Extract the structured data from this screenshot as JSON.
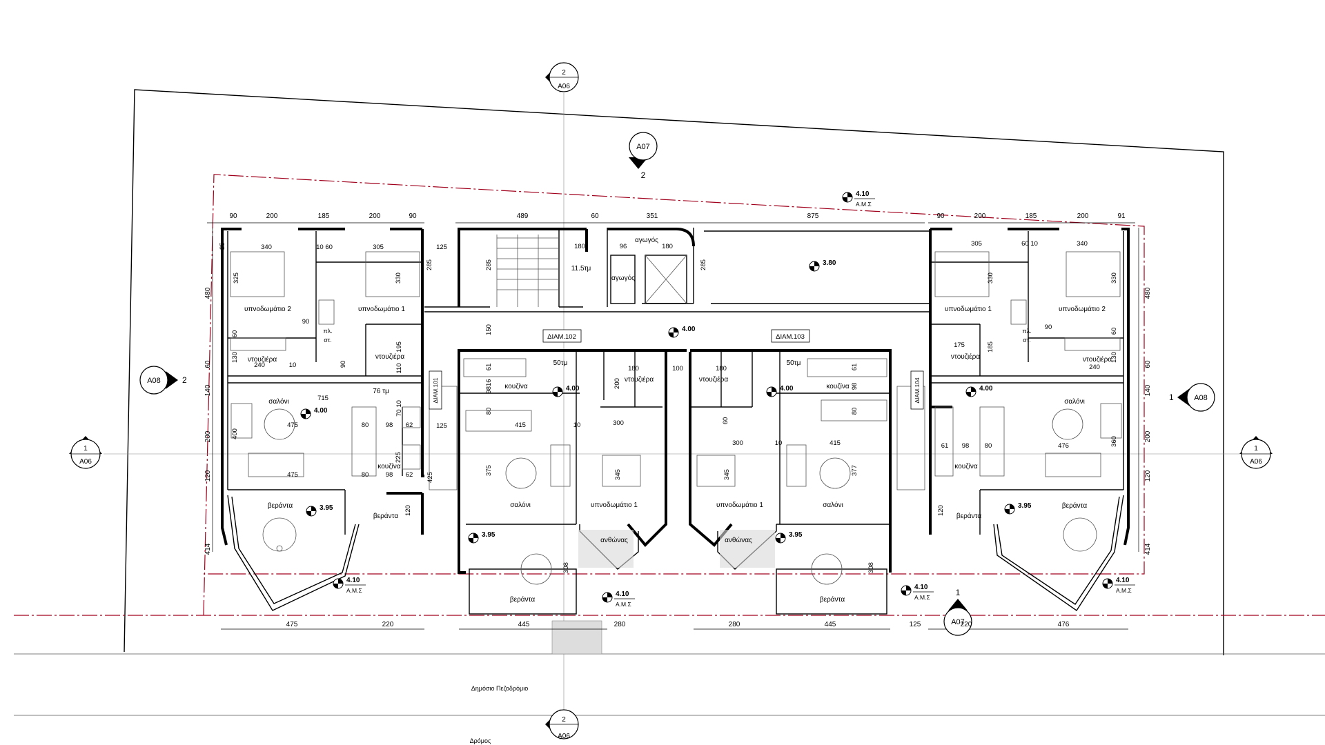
{
  "section_markers": {
    "top": {
      "num": "2",
      "sheet": "A06"
    },
    "bottom": {
      "num": "2",
      "sheet": "A06"
    },
    "left": {
      "num": "1",
      "sheet": "A06"
    },
    "right": {
      "num": "1",
      "sheet": "A06"
    },
    "a07_top": {
      "sheet": "A07",
      "num": "2"
    },
    "a07_bottom": {
      "sheet": "A07",
      "num": "1"
    },
    "a08_left": {
      "sheet": "A08",
      "num": "2"
    },
    "a08_right": {
      "sheet": "A08",
      "num": "1"
    }
  },
  "apartments": {
    "apt_102": "ΔΙΑΜ.102",
    "apt_103": "ΔΙΑΜ.103",
    "apt_101": "ΔΙΑΜ.101",
    "apt_104": "ΔΙΑΜ.104"
  },
  "rooms": {
    "bedroom_2": "υπνοδωμάτιο 2",
    "bedroom_1": "υπνοδωμάτιο 1",
    "shower": "ντουζιέρα",
    "living": "σαλόνι",
    "kitchen": "κουζίνα",
    "veranda": "βεράντα",
    "flowerbed": "ανθώνας",
    "duct": "αγωγός",
    "closet_a": "πλ.",
    "closet_b": "στ.",
    "area_76": "76 τμ",
    "area_50": "50τμ",
    "area_11": "11.5τμ"
  },
  "levels": {
    "l410": "4.10",
    "l400": "4.00",
    "l395": "3.95",
    "l380": "3.80",
    "ams": "Α.Μ.Σ"
  },
  "streets": {
    "sidewalk": "Δημόσιο Πεζοδρόμιο",
    "road": "Δρόμος"
  },
  "dims_top_left": [
    "90",
    "200",
    "185",
    "200",
    "90"
  ],
  "dims_top_mid": [
    "489",
    "60",
    "351",
    "875"
  ],
  "dims_top_right": [
    "90",
    "200",
    "185",
    "200",
    "91"
  ],
  "dims_bottom": [
    "475",
    "220",
    "445",
    "280",
    "280",
    "445",
    "125",
    "220",
    "476"
  ],
  "dims_left": [
    "480",
    "60",
    "140",
    "200",
    "120",
    "414"
  ],
  "dims_right": [
    "480",
    "60",
    "140",
    "200",
    "120",
    "414"
  ],
  "dims_inner": {
    "d25": "25",
    "d340": "340",
    "d305": "305",
    "d1060": "10 60",
    "d6010": "60 10",
    "d325": "325",
    "d330": "330",
    "d125": "125",
    "d285": "285",
    "d180": "180",
    "d96": "96",
    "d150": "150",
    "d61": "61",
    "d98": "98",
    "d80": "80",
    "d415": "415",
    "d375": "375",
    "d345": "345",
    "d300": "300",
    "d377": "377",
    "d308": "308",
    "d100": "100",
    "d200": "200",
    "d475": "475",
    "d476": "476",
    "d715": "715",
    "d400": "400",
    "d360": "360",
    "d62": "62",
    "d425": "425",
    "d120": "120",
    "d90": "90",
    "d130": "130",
    "d60": "60",
    "d10": "10",
    "d240": "240",
    "d195": "195",
    "d110": "110",
    "d7010": "70 10",
    "d175": "175",
    "d185": "185",
    "d225": "225",
    "d9816": "9816"
  }
}
